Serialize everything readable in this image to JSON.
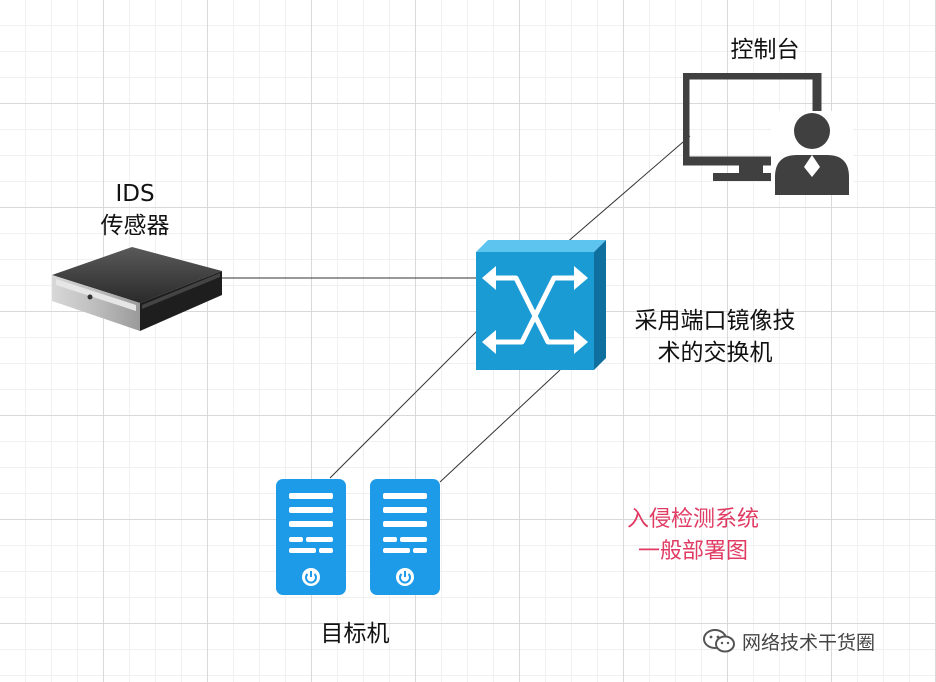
{
  "sensor": {
    "line1": "IDS",
    "line2": "传感器"
  },
  "console": {
    "label": "控制台"
  },
  "switch": {
    "line1": "采用端口镜像技",
    "line2": "术的交换机"
  },
  "targets": {
    "label": "目标机"
  },
  "caption": {
    "line1": "入侵检测系统",
    "line2": "一般部署图"
  },
  "watermark": {
    "text": "网络技术干货圈"
  },
  "colors": {
    "switch": "#1a9bd4",
    "server": "#1e9be8",
    "console": "#404040",
    "caption": "#e03b63"
  }
}
